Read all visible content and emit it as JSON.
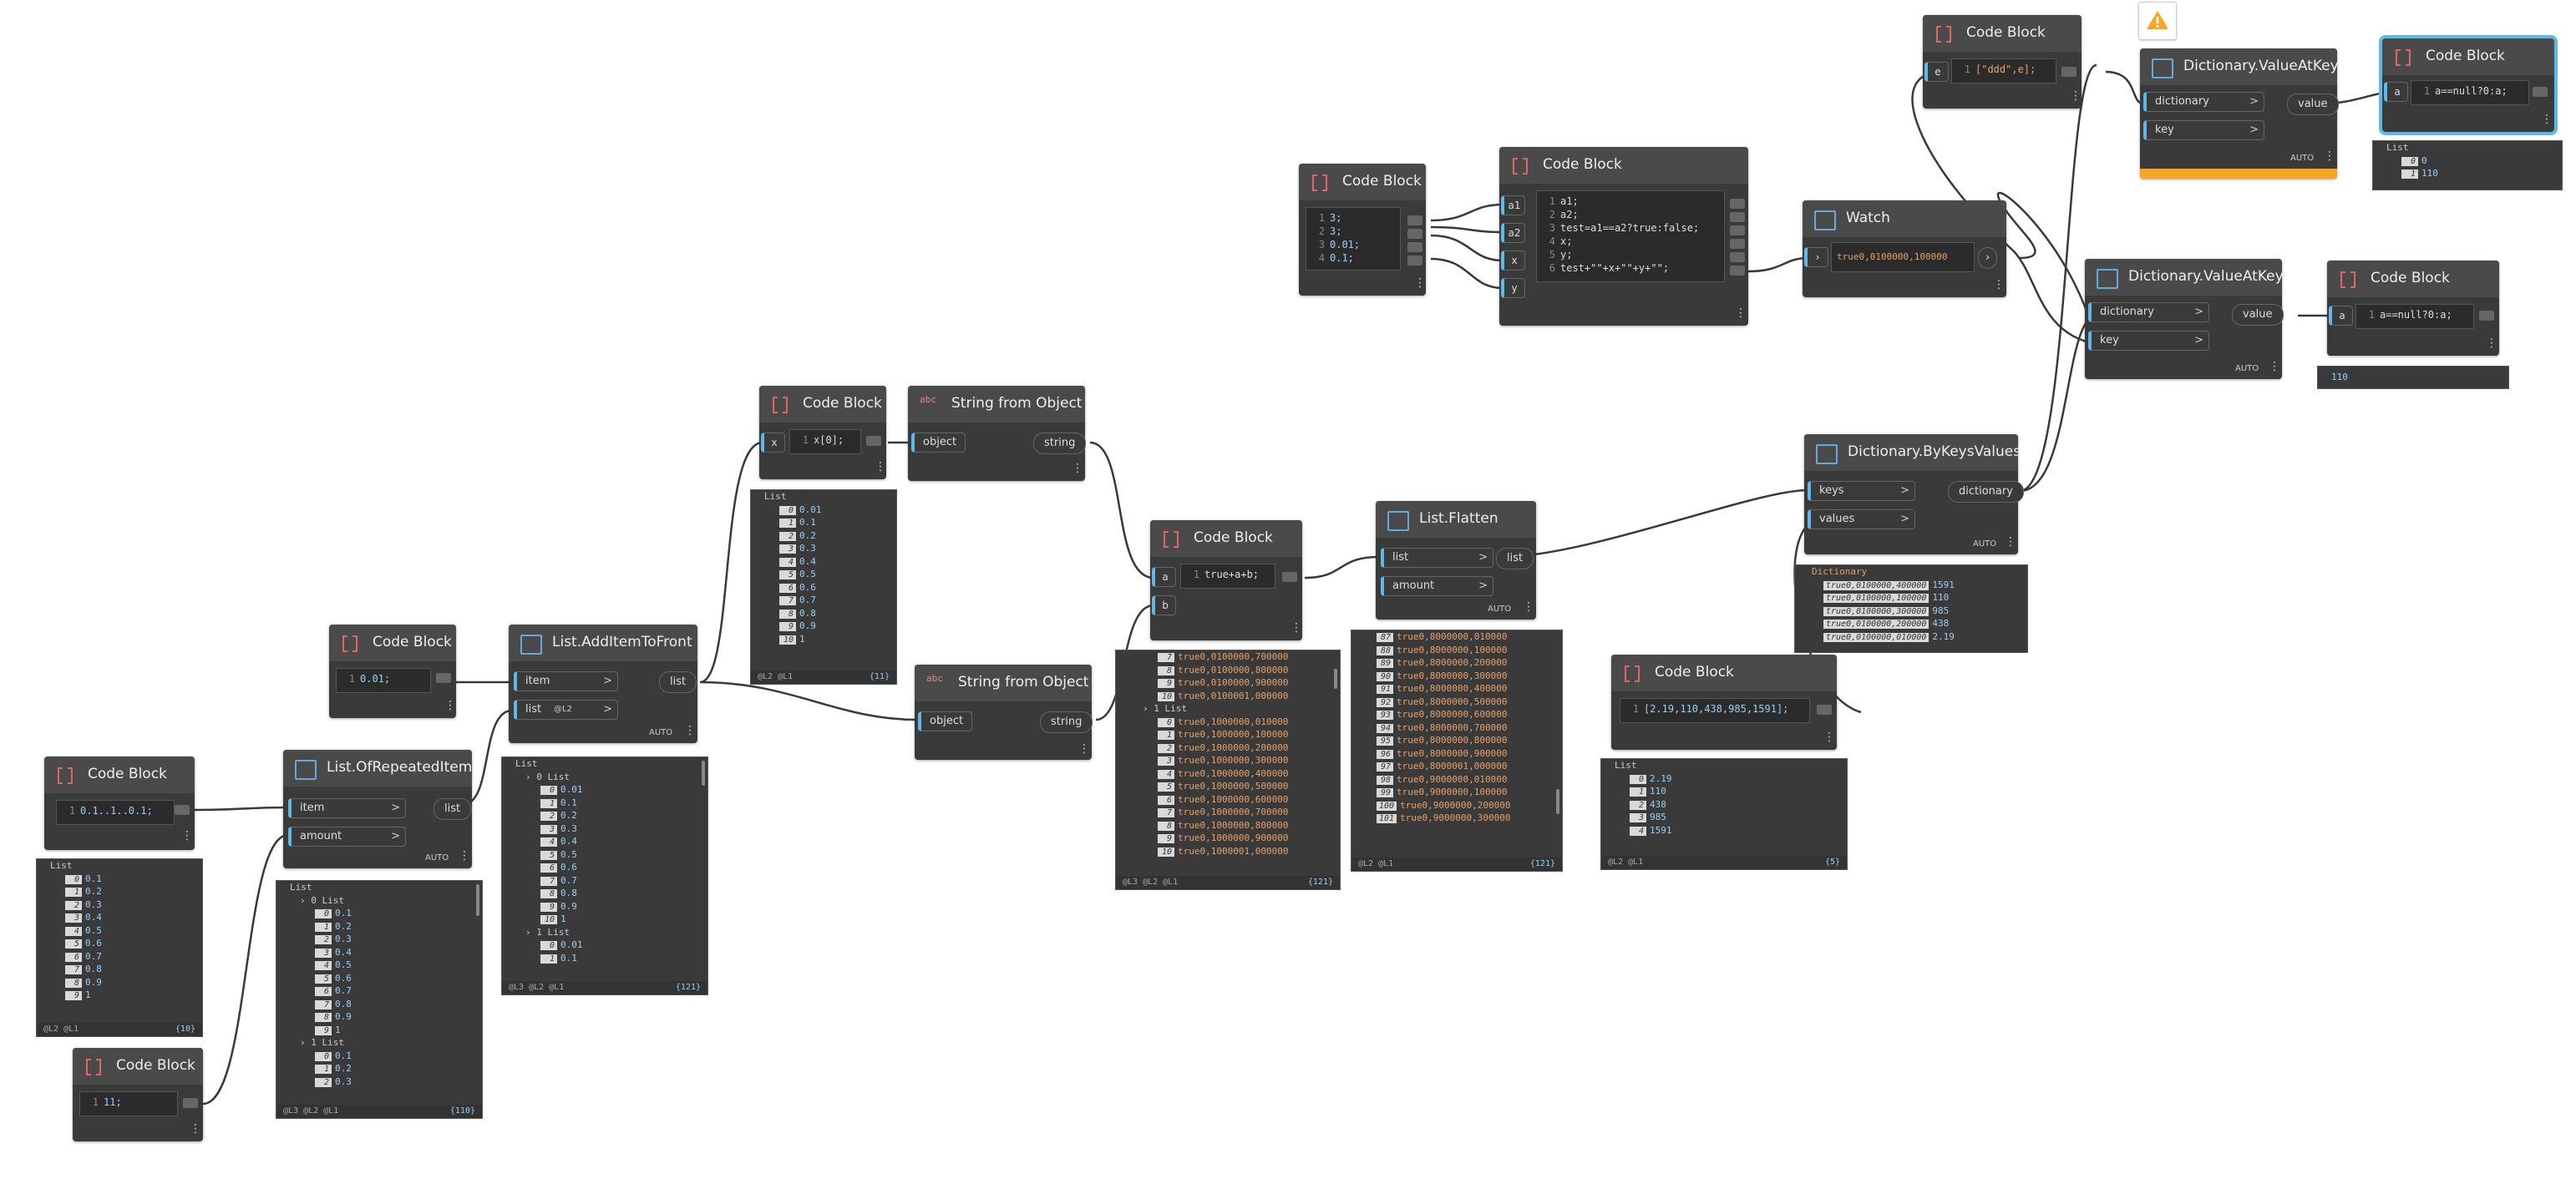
{
  "nodes": {
    "cb_range": {
      "title": "Code Block",
      "code": "0.1..1..0.1;",
      "line": "1",
      "out": ">"
    },
    "cb_001": {
      "title": "Code Block",
      "code": "0.01;",
      "line": "1"
    },
    "cb_11": {
      "title": "Code Block",
      "code": "11;",
      "line": "1"
    },
    "repeated": {
      "title": "List.OfRepeatedItem",
      "in1": "item",
      "in2": "amount",
      "out": "list",
      "lacing": "AUTO"
    },
    "additem": {
      "title": "List.AddItemToFront",
      "in1": "item",
      "in2": "list",
      "in2_level": "@L2",
      "out": "list",
      "lacing": "AUTO"
    },
    "cb_x0": {
      "title": "Code Block",
      "port": "x",
      "code": "x[0];",
      "line": "1"
    },
    "str1": {
      "title": "String from Object",
      "in": "object",
      "out": "string"
    },
    "str2": {
      "title": "String from Object",
      "in": "object",
      "out": "string"
    },
    "cb_ab": {
      "title": "Code Block",
      "in_a": "a",
      "in_b": "b",
      "code": "true+a+b;",
      "line": "1"
    },
    "flatten": {
      "title": "List.Flatten",
      "in1": "list",
      "in2": "amount",
      "out": "list",
      "lacing": "AUTO"
    },
    "cb_vals": {
      "title": "Code Block",
      "lines": [
        "3;",
        "3;",
        "0.01;",
        "0.1;"
      ]
    },
    "cb_test": {
      "title": "Code Block",
      "ports": [
        "a1",
        "a2",
        "x",
        "y"
      ],
      "lines": [
        "a1;",
        "a2;",
        "test=a1==a2?true:false;",
        "x;",
        "y;",
        "test+\"\"+x+\"\"+y+\"\";"
      ]
    },
    "watch": {
      "title": "Watch",
      "value": "true0,0100000,100000"
    },
    "cb_dict_in": {
      "title": "Code Block",
      "code": "[\"ddd\",e];",
      "line": "1"
    },
    "cb_list5": {
      "title": "Code Block",
      "code": "[2.19,110,438,985,1591];",
      "line": "1"
    },
    "bykv": {
      "title": "Dictionary.ByKeysValues",
      "in1": "keys",
      "in2": "values",
      "out": "dictionary",
      "lacing": "AUTO"
    },
    "vak1": {
      "title": "Dictionary.ValueAtKey",
      "in1": "dictionary",
      "in2": "key",
      "out": "value",
      "lacing": "AUTO"
    },
    "vak2": {
      "title": "Dictionary.ValueAtKey",
      "in1": "dictionary",
      "in2": "key",
      "out": "value",
      "lacing": "AUTO"
    },
    "cb_null1": {
      "title": "Code Block",
      "port": "a",
      "code": "a==null?0:a;",
      "line": "1"
    },
    "cb_null2": {
      "title": "Code Block",
      "port": "a",
      "code": "a==null?0:a;",
      "line": "1"
    }
  },
  "previews": {
    "range": {
      "head": "List",
      "items": [
        "0.1",
        "0.2",
        "0.3",
        "0.4",
        "0.5",
        "0.6",
        "0.7",
        "0.8",
        "0.9",
        "1"
      ],
      "foot": "@L2 @L1",
      "count": "{10}"
    },
    "repeated": {
      "head": "List",
      "rows": [
        [
          "",
          "0 List",
          ""
        ],
        [
          "0",
          "0.1"
        ],
        [
          "1",
          "0.2"
        ],
        [
          "2",
          "0.3"
        ],
        [
          "3",
          "0.4"
        ],
        [
          "4",
          "0.5"
        ],
        [
          "5",
          "0.6"
        ],
        [
          "6",
          "0.7"
        ],
        [
          "7",
          "0.8"
        ],
        [
          "8",
          "0.9"
        ],
        [
          "9",
          "1"
        ],
        [
          "",
          "1 List",
          ""
        ],
        [
          "0",
          "0.1"
        ],
        [
          "1",
          "0.2"
        ],
        [
          "2",
          "0.3"
        ]
      ],
      "foot": "@L3 @L2 @L1",
      "count": "{110}"
    },
    "additem": {
      "head": "List",
      "rows": [
        [
          "",
          "0 List"
        ],
        [
          "0",
          "0.01"
        ],
        [
          "1",
          "0.1"
        ],
        [
          "2",
          "0.2"
        ],
        [
          "3",
          "0.3"
        ],
        [
          "4",
          "0.4"
        ],
        [
          "5",
          "0.5"
        ],
        [
          "6",
          "0.6"
        ],
        [
          "7",
          "0.7"
        ],
        [
          "8",
          "0.8"
        ],
        [
          "9",
          "0.9"
        ],
        [
          "10",
          "1"
        ],
        [
          "",
          "1 List"
        ],
        [
          "0",
          "0.01"
        ],
        [
          "1",
          "0.1"
        ]
      ],
      "foot": "@L3 @L2 @L1",
      "count": "{121}"
    },
    "x0": {
      "head": "List",
      "items": [
        "0.01",
        "0.1",
        "0.2",
        "0.3",
        "0.4",
        "0.5",
        "0.6",
        "0.7",
        "0.8",
        "0.9",
        "1"
      ],
      "foot": "@L2 @L1",
      "count": "{11}"
    },
    "cbab": {
      "rows": [
        [
          "7",
          "true0,0100000,700000"
        ],
        [
          "8",
          "true0,0100000,800000"
        ],
        [
          "9",
          "true0,0100000,900000"
        ],
        [
          "10",
          "true0,0100001,000000"
        ],
        [
          "",
          "1 List"
        ],
        [
          "0",
          "true0,1000000,010000"
        ],
        [
          "1",
          "true0,1000000,100000"
        ],
        [
          "2",
          "true0,1000000,200000"
        ],
        [
          "3",
          "true0,1000000,300000"
        ],
        [
          "4",
          "true0,1000000,400000"
        ],
        [
          "5",
          "true0,1000000,500000"
        ],
        [
          "6",
          "true0,1000000,600000"
        ],
        [
          "7",
          "true0,1000000,700000"
        ],
        [
          "8",
          "true0,1000000,800000"
        ],
        [
          "9",
          "true0,1000000,900000"
        ],
        [
          "10",
          "true0,1000001,000000"
        ]
      ],
      "foot": "@L3 @L2 @L1",
      "count": "{121}"
    },
    "flatten": {
      "rows": [
        [
          "87",
          "true0,8000000,010000"
        ],
        [
          "88",
          "true0,8000000,100000"
        ],
        [
          "89",
          "true0,8000000,200000"
        ],
        [
          "90",
          "true0,8000000,300000"
        ],
        [
          "91",
          "true0,8000000,400000"
        ],
        [
          "92",
          "true0,8000000,500000"
        ],
        [
          "93",
          "true0,8000000,600000"
        ],
        [
          "94",
          "true0,8000000,700000"
        ],
        [
          "95",
          "true0,8000000,800000"
        ],
        [
          "96",
          "true0,8000000,900000"
        ],
        [
          "97",
          "true0,8000001,000000"
        ],
        [
          "98",
          "true0,9000000,010000"
        ],
        [
          "99",
          "true0,9000000,100000"
        ],
        [
          "100",
          "true0,9000000,200000"
        ],
        [
          "101",
          "true0,9000000,300000"
        ]
      ],
      "foot": "@L2 @L1",
      "count": "{121}"
    },
    "dict": {
      "head": "Dictionary",
      "rows": [
        [
          "true0,0100000,400000",
          "1591"
        ],
        [
          "true0,0100000,100000",
          "110"
        ],
        [
          "true0,0100000,300000",
          "985"
        ],
        [
          "true0,0100000,200000",
          "438"
        ],
        [
          "true0,0100000,010000",
          "2.19"
        ]
      ]
    },
    "list5": {
      "head": "List",
      "items": [
        "2.19",
        "110",
        "438",
        "985",
        "1591"
      ],
      "foot": "@L2 @L1",
      "count": "{5}"
    },
    "null1": {
      "head": "List",
      "items": [
        "0",
        "110"
      ]
    },
    "null2": {
      "value": "110"
    }
  }
}
